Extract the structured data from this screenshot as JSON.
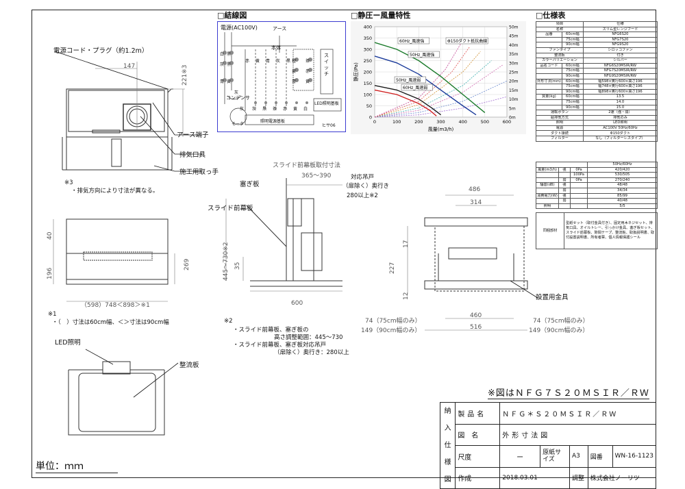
{
  "sections": {
    "wiring": "□結線図",
    "pressure": "□静圧ー風量特性",
    "spec": "□仕様表"
  },
  "wiring": {
    "power": "電源(AC100V)",
    "earth": "アース",
    "body": "本体",
    "condenser": "コンデンサ",
    "switch": "スイッチ",
    "led_board": "LED照明基板",
    "ctrl_board": "照明電源基板",
    "motor": "モータ",
    "code": "ヒサ06",
    "wire_labels": [
      "白",
      "黒",
      "灰",
      "黒",
      "青",
      "黄",
      "橙",
      "茶",
      "黄",
      "赤",
      "青",
      "黄",
      "灰",
      "黒",
      "茶",
      "赤",
      "黄",
      "白",
      "灰",
      "赤",
      "黄",
      "青",
      "灰",
      "黒",
      "灰"
    ]
  },
  "left_labels": {
    "cord": "電源コード・プラグ（約1.2m）",
    "earth_terminal": "アース端子",
    "exhaust": "排気口具",
    "handle": "施工用取っ手",
    "note3_mark": "※3",
    "note3": "・排気方向により寸法が異なる。",
    "note1_mark": "※1",
    "note1": "・（　）寸法は60cm幅、＜＞寸法は90cm幅",
    "led": "LED照明",
    "rectifier": "整流板"
  },
  "dimensions": {
    "d147": "147",
    "d221": "221※3",
    "d40": "40",
    "d196": "196",
    "d269": "269",
    "d_width": "（598）748＜898＞※1",
    "slide_title": "スライド前幕板取付寸法",
    "d365": "365～390",
    "block": "塞ぎ板",
    "slide_panel": "スライド前幕板",
    "cabinet": "対応吊戸",
    "cabinet2": "（扉除く）奥行き",
    "cabinet3": "280以上※2",
    "d445": "445～730※2",
    "d35": "35",
    "d600": "600",
    "d486": "486",
    "d314": "314",
    "d17": "17",
    "d227": "227",
    "d12": "12",
    "mount": "設置用金具",
    "d460": "460",
    "d516": "516",
    "d74_left": "74（75cm幅のみ）",
    "d149_left": "149（90cm幅のみ）",
    "d74_right": "74（75cm幅のみ）",
    "d149_right": "149（90cm幅のみ）"
  },
  "note2": {
    "mark": "※2",
    "l1": "・スライド前幕板、塞ぎ板の",
    "l2": "高さ調整範囲：445～730",
    "l3": "・スライド前幕板、塞ぎ板対応吊戸",
    "l4": "（扉除く）奥行き：280以上"
  },
  "chart_data": {
    "type": "line",
    "ylabel": "静圧(Pa)",
    "xlabel": "風量(m3/h)",
    "xlim": [
      0,
      600
    ],
    "ylim": [
      0,
      400
    ],
    "xticks": [
      0,
      100,
      200,
      300,
      400,
      500,
      600
    ],
    "yticks": [
      0,
      50,
      100,
      150,
      200,
      250,
      300,
      350,
      400
    ],
    "y2ticks": [
      "0m",
      "5m",
      "10m",
      "15m",
      "20m",
      "25m",
      "30m",
      "35m",
      "40m",
      "45m",
      "50m"
    ],
    "annotations": [
      "60Hz_風速強",
      "50Hz_風速強",
      "50Hz_風速弱",
      "60Hz_風速弱",
      "Φ150ダクト抵抗曲線"
    ],
    "series": [
      {
        "name": "60Hz_風速強",
        "color": "#1a7a2a",
        "x": [
          0,
          100,
          200,
          300,
          400,
          500
        ],
        "y": [
          330,
          300,
          250,
          180,
          100,
          20
        ]
      },
      {
        "name": "50Hz_風速強",
        "color": "#1a3a9a",
        "x": [
          0,
          100,
          200,
          300,
          400,
          460
        ],
        "y": [
          270,
          240,
          190,
          120,
          50,
          10
        ]
      },
      {
        "name": "60Hz_風速弱",
        "color": "#1a1a1a",
        "x": [
          0,
          100,
          200,
          260,
          300
        ],
        "y": [
          140,
          120,
          80,
          40,
          10
        ]
      },
      {
        "name": "50Hz_風速弱",
        "color": "#d02020",
        "x": [
          0,
          100,
          200,
          250,
          280
        ],
        "y": [
          120,
          100,
          60,
          30,
          5
        ]
      }
    ],
    "duct_curves": [
      {
        "length": "5m",
        "x": [
          0,
          200,
          400,
          600
        ],
        "y": [
          0,
          10,
          40,
          90
        ]
      },
      {
        "length": "10m",
        "x": [
          0,
          200,
          400,
          600
        ],
        "y": [
          0,
          20,
          70,
          160
        ]
      },
      {
        "length": "15m",
        "x": [
          0,
          200,
          400,
          580
        ],
        "y": [
          0,
          30,
          110,
          230
        ]
      },
      {
        "length": "20m",
        "x": [
          0,
          200,
          400,
          530
        ],
        "y": [
          0,
          40,
          140,
          250
        ]
      },
      {
        "length": "30m",
        "x": [
          0,
          200,
          400,
          480
        ],
        "y": [
          0,
          55,
          200,
          290
        ]
      },
      {
        "length": "40m",
        "x": [
          0,
          200,
          350,
          430
        ],
        "y": [
          0,
          70,
          200,
          310
        ]
      },
      {
        "length": "50m",
        "x": [
          0,
          200,
          320,
          400
        ],
        "y": [
          0,
          85,
          210,
          340
        ]
      }
    ]
  },
  "spec_rows": [
    [
      "項目",
      "",
      "仕様"
    ],
    [
      "名称",
      "",
      "スリム型レンジフード"
    ],
    [
      "品番",
      "60cm幅",
      "NFG6S20"
    ],
    [
      "",
      "75cm幅",
      "NFG7S20"
    ],
    [
      "",
      "90cm幅",
      "NFG9S20"
    ],
    [
      "ファンタイプ",
      "",
      "シロッコファン"
    ],
    [
      "整流板",
      "",
      "付き"
    ],
    [
      "カラーバリエーション",
      "",
      "シルバー"
    ],
    [
      "品名コード",
      "60cm幅",
      "NFG6S20MSIR/RW"
    ],
    [
      "",
      "75cm幅",
      "NFG7S20MSIR/RW"
    ],
    [
      "",
      "90cm幅",
      "NFG9S20MSIR/RW"
    ],
    [
      "外形寸法(mm)",
      "60cm幅",
      "幅598×奥行600×高さ196"
    ],
    [
      "",
      "75cm幅",
      "幅748×奥行600×高さ196"
    ],
    [
      "",
      "90cm幅",
      "幅898×奥行600×高さ196"
    ],
    [
      "質量(kg)",
      "60cm幅",
      "13.5"
    ],
    [
      "",
      "75cm幅",
      "14.0"
    ],
    [
      "",
      "90cm幅",
      "15.0"
    ],
    [
      "運転ボタン",
      "",
      "2速（強・弱）"
    ],
    [
      "給排気方式",
      "",
      "排気のみ"
    ],
    [
      "照明",
      "",
      "LED照明"
    ],
    [
      "電源",
      "",
      "AC100V 50Hz/60Hz"
    ],
    [
      "ダクト接続",
      "",
      "Φ150ダクト"
    ],
    [
      "フィルター",
      "",
      "なし（フィルターレスタイプ）"
    ]
  ],
  "spec_perf": {
    "head": [
      "",
      "",
      "50Hz/60Hz"
    ],
    "rows": [
      [
        "風量(m3/h)",
        "強",
        "0Pa",
        "420/420"
      ],
      [
        "",
        "",
        "100Pa",
        "530/505"
      ],
      [
        "",
        "弱",
        "0Pa",
        "270/240"
      ],
      [
        "騒音(dB)",
        "強",
        "",
        "48/48"
      ],
      [
        "",
        "弱",
        "",
        "34/34"
      ],
      [
        "消費電力(W)",
        "強",
        "",
        "85/99"
      ],
      [
        "",
        "弱",
        "",
        "40/48"
      ],
      [
        "照明",
        "",
        "",
        "5/5"
      ]
    ],
    "accessories_label": "同梱部材",
    "accessories": "型紙セット（取付金具付き）、固定用木ネジセット、排気口具、オイルトレー、引っかけ金具、塞ぎ板セット、スライド前幕板、隙間テープ、整流板、取扱説明書、取付設置説明書、所有者票、個人情報保護シール"
  },
  "model_note": "※図はＮＦＧ７Ｓ２０ＭＳＩＲ／ＲＷ",
  "unit": "単位：ｍｍ",
  "title_block": {
    "side": [
      "納",
      "入",
      "仕",
      "様",
      "図"
    ],
    "product_label": "製品名",
    "product": "ＮＦＧ＊Ｓ２０ＭＳＩＲ／ＲＷ",
    "drawing_label": "図名",
    "drawing": "外形寸法図",
    "scale_label": "尺度",
    "scale": "ー",
    "paper_label": "原紙サイズ",
    "paper": "A3",
    "num_label": "図番",
    "num": "WN-16-1123",
    "created_label": "作成",
    "created": "2018.03.01",
    "adjust_label": "調整",
    "company": "株式会社ノーリツ"
  },
  "colors": {
    "grid": "#ccc",
    "chart_bg": "#f5f5f5"
  }
}
